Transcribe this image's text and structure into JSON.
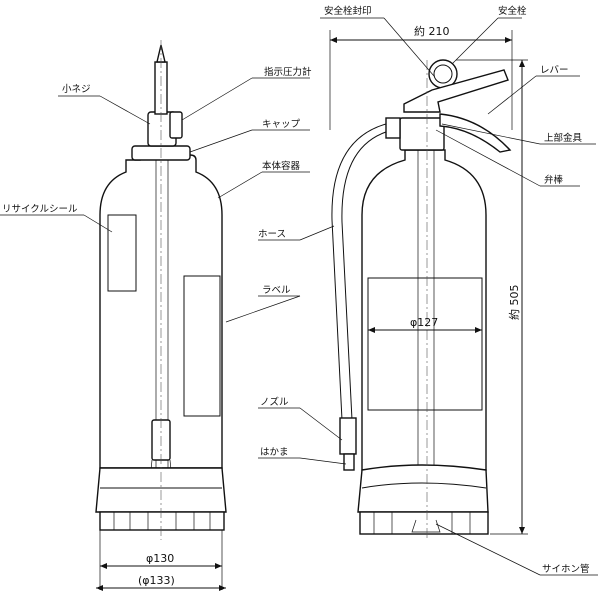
{
  "labels": {
    "small_screw": "小ネジ",
    "pressure_gauge": "指示圧力計",
    "cap": "キャップ",
    "body_container": "本体容器",
    "recycle_seal": "リサイクルシール",
    "hose": "ホース",
    "label": "ラベル",
    "nozzle": "ノズル",
    "hakama": "はかま",
    "safety_pin_seal": "安全栓封印",
    "safety_pin": "安全栓",
    "lever": "レバー",
    "upper_fitting": "上部金具",
    "valve_rod": "弁棒",
    "siphon_tube": "サイホン管"
  },
  "dimensions": {
    "width_top": "約  210",
    "height": "約  505",
    "inner_diameter": "φ127",
    "base_diameter": "φ130",
    "base_diameter_ref": "(φ133)"
  }
}
